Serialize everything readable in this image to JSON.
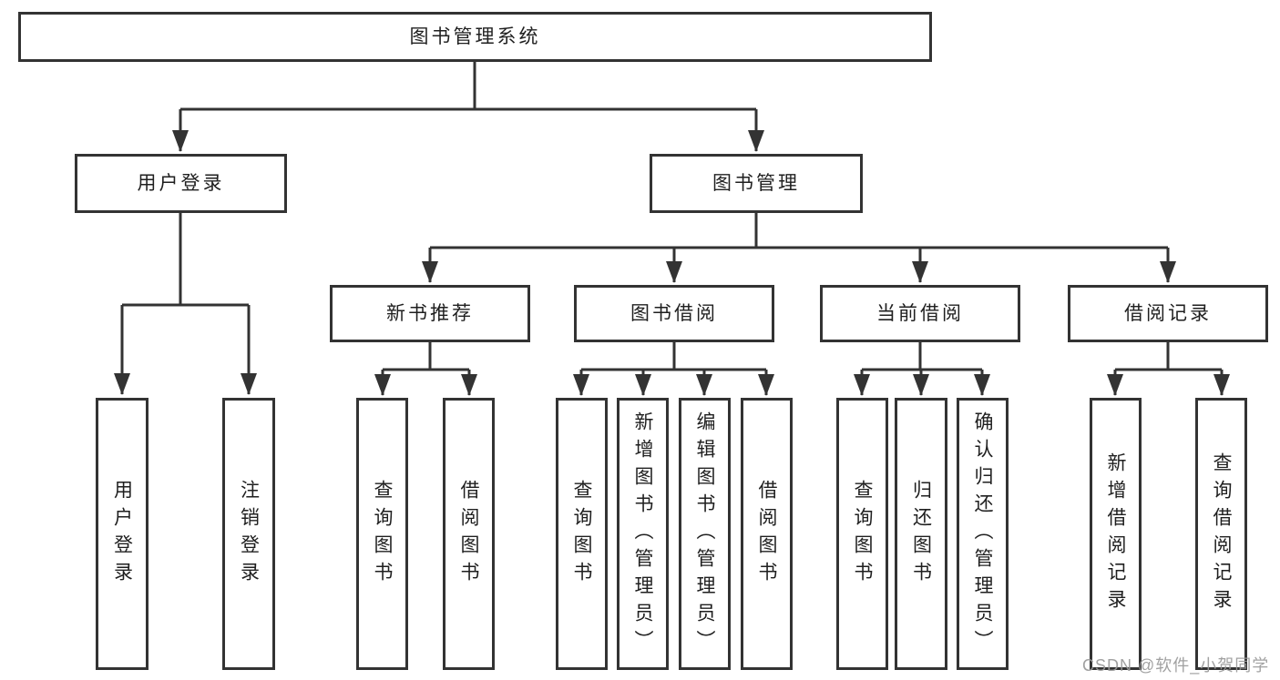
{
  "tree": {
    "label": "图书管理系统",
    "children": [
      {
        "label": "用户登录",
        "children": [
          {
            "label": "用户登录"
          },
          {
            "label": "注销登录"
          }
        ]
      },
      {
        "label": "图书管理",
        "children": [
          {
            "label": "新书推荐",
            "children": [
              {
                "label": "查询图书"
              },
              {
                "label": "借阅图书"
              }
            ]
          },
          {
            "label": "图书借阅",
            "children": [
              {
                "label": "查询图书"
              },
              {
                "label": "新增图书（管理员）"
              },
              {
                "label": "编辑图书（管理员）"
              },
              {
                "label": "借阅图书"
              }
            ]
          },
          {
            "label": "当前借阅",
            "children": [
              {
                "label": "查询图书"
              },
              {
                "label": "归还图书"
              },
              {
                "label": "确认归还（管理员）"
              }
            ]
          },
          {
            "label": "借阅记录",
            "children": [
              {
                "label": "新增借阅记录"
              },
              {
                "label": "查询借阅记录"
              }
            ]
          }
        ]
      }
    ]
  },
  "watermark": {
    "text": "CSDN @软件_小贺同学"
  },
  "colors": {
    "line": "#333333",
    "box_border": "#333333",
    "box_fill": "#ffffff",
    "text": "#1f1f1f",
    "watermark": "#999999"
  }
}
